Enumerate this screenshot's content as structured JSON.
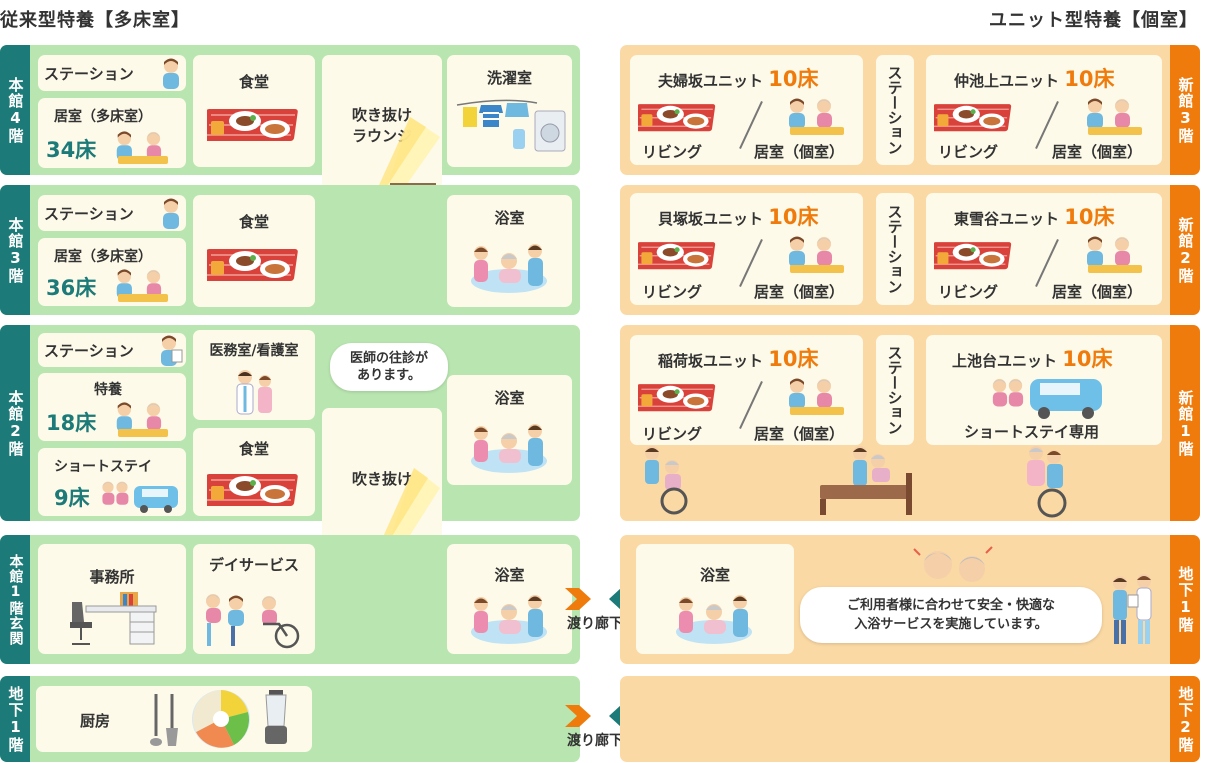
{
  "titles": {
    "left": "従来型特養【多床室】",
    "right": "ユニット型特養【個室】"
  },
  "colors": {
    "teal": "#1c7a78",
    "orange": "#ef7b0c",
    "green_bg": "#b9e6b0",
    "orange_bg": "#fbd9a4",
    "box_bg": "#fdfae9"
  },
  "left_floors": {
    "f4": {
      "label": "本館4階",
      "station": "ステーション",
      "room_label": "居室（多床室）",
      "room_beds": "34床",
      "dining": "食堂",
      "atrium_lounge": "吹き抜け\nラウンジ",
      "laundry": "洗濯室"
    },
    "f3": {
      "label": "本館3階",
      "station": "ステーション",
      "room_label": "居室（多床室）",
      "room_beds": "36床",
      "dining": "食堂",
      "bath": "浴室"
    },
    "f2": {
      "label": "本館2階",
      "station": "ステーション",
      "tokuyo_label": "特養",
      "tokuyo_beds": "18床",
      "short_label": "ショートステイ",
      "short_beds": "9床",
      "medical": "医務室/看護室",
      "bubble": "医師の往診が\nあります。",
      "dining": "食堂",
      "atrium": "吹き抜け",
      "bath": "浴室"
    },
    "f1": {
      "label": "本館1階玄関",
      "office": "事務所",
      "day_service": "デイサービス",
      "bath": "浴室"
    },
    "b1": {
      "label": "地下1階",
      "kitchen": "厨房"
    }
  },
  "corridor": "渡り廊下",
  "right_floors": {
    "f3": {
      "label": "新館3階",
      "unit1_name": "夫婦坂ユニット",
      "unit1_beds": "10床",
      "unit2_name": "仲池上ユニット",
      "unit2_beds": "10床",
      "station": "ステーション",
      "living": "リビング",
      "room": "居室（個室）"
    },
    "f2": {
      "label": "新館2階",
      "unit1_name": "貝塚坂ユニット",
      "unit1_beds": "10床",
      "unit2_name": "東雪谷ユニット",
      "unit2_beds": "10床",
      "station": "ステーション",
      "living": "リビング",
      "room": "居室（個室）"
    },
    "f1": {
      "label": "新館1階",
      "unit1_name": "稲荷坂ユニット",
      "unit1_beds": "10床",
      "unit2_name": "上池台ユニット",
      "unit2_beds": "10床",
      "station": "ステーション",
      "living": "リビング",
      "room": "居室（個室）",
      "short_only": "ショートステイ専用"
    },
    "b1": {
      "label": "地下1階",
      "bath": "浴室",
      "bubble": "ご利用者様に合わせて安全・快適な\n入浴サービスを実施しています。"
    },
    "b2": {
      "label": "地下2階"
    }
  },
  "icons": [
    "nurse-icon",
    "dining-tray-icon",
    "laundry-icon",
    "window-light-icon",
    "shelf-table-icon",
    "bath-care-icon",
    "elderly-couple-icon",
    "car-icon",
    "doctor-nurse-icon",
    "office-desk-icon",
    "day-service-people-icon",
    "kitchen-tools-icon",
    "food-plate-icon",
    "blender-icon",
    "wheelchair-icon",
    "bed-icon",
    "chevron-arrow-icon",
    "elderly-faces-icon",
    "staff-pair-icon"
  ]
}
